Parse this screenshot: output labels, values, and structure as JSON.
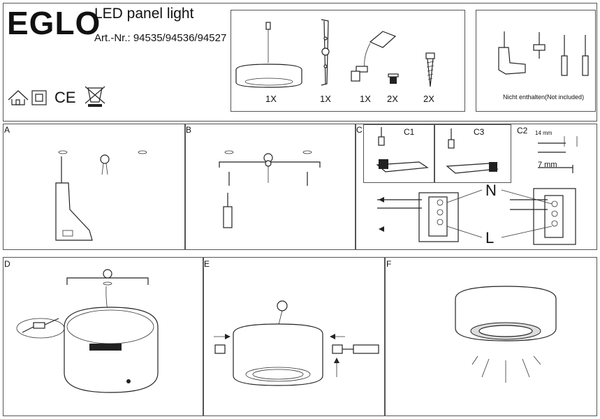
{
  "header": {
    "brand": "EGLO",
    "product": "LED panel light",
    "art_nr": "Art.-Nr.: 94535/94536/94527",
    "symbols": [
      "house-icon",
      "class-ii-icon",
      "ce-mark-icon",
      "weee-bin-icon"
    ]
  },
  "contents": {
    "items": [
      {
        "icon": "panel-light-icon",
        "qty": "1X"
      },
      {
        "icon": "mounting-bracket-icon",
        "qty": "1X"
      },
      {
        "icon": "driver-icon",
        "qty": "1X"
      },
      {
        "icon": "screw-nut-icon",
        "qty": "2X"
      },
      {
        "icon": "screw-icon",
        "qty": "2X"
      }
    ]
  },
  "tools": {
    "note": "Nicht enthalten(Not included)",
    "icons": [
      "drill-icon",
      "wall-plug-icon",
      "screwdriver-flat-icon",
      "screwdriver-phillips-icon"
    ]
  },
  "steps": {
    "a": "A",
    "b": "B",
    "c": "C",
    "d": "D",
    "e": "E",
    "f": "F"
  },
  "step_c": {
    "c1": "C1",
    "c3": "C3",
    "c2": "C2",
    "strip_long": "14 mm",
    "strip_short": "7 mm",
    "neutral": "N",
    "live": "L",
    "terminal_n": "N",
    "terminal_l": "L"
  }
}
